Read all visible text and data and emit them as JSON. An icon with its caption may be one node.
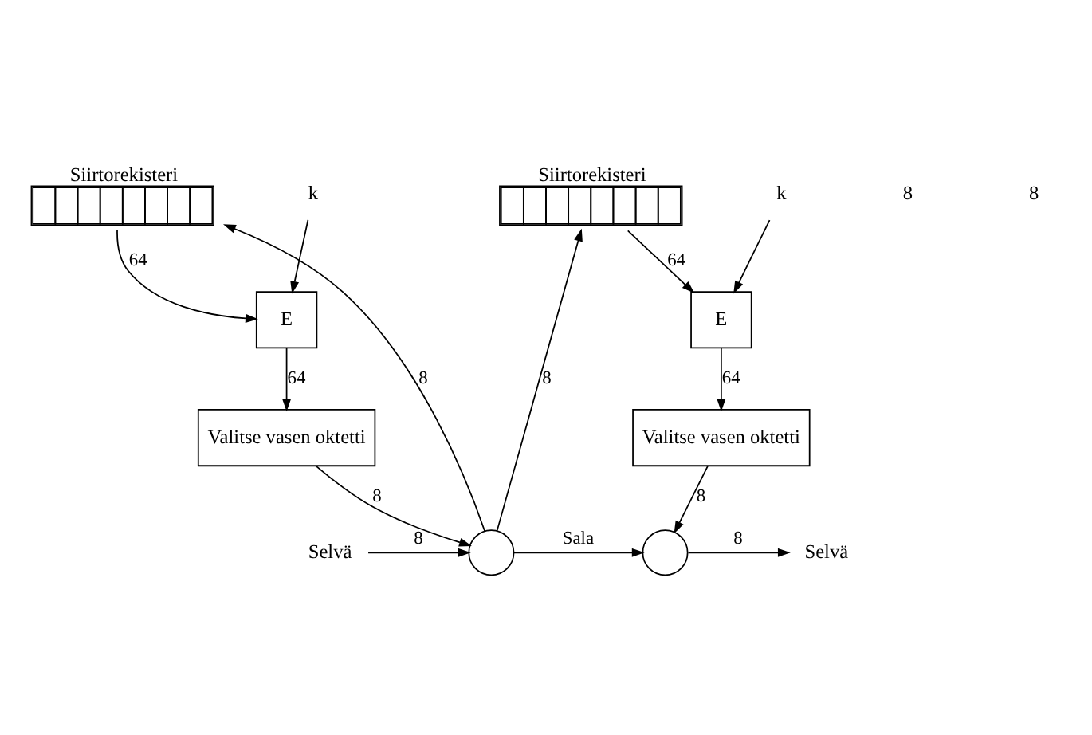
{
  "diagram": {
    "nodes": [
      {
        "text": [
          "Siirtorekisteri"
        ]
      },
      {
        "text": [
          "E"
        ]
      },
      {
        "text": [
          "Valitse vasen oktetti"
        ]
      },
      {
        "text": [],
        "shape": "circle"
      },
      {
        "text": [
          "Selvä"
        ]
      },
      {
        "text": [
          "Siirtorekisteri"
        ]
      },
      {
        "text": [
          "E"
        ]
      },
      {
        "text": [
          "Valitse vasen oktetti"
        ]
      },
      {
        "text": [],
        "shape": "circle"
      },
      {
        "text": [
          "Selvä"
        ]
      },
      {
        "text": [
          "k"
        ]
      },
      {
        "text": [
          "k"
        ]
      }
    ],
    "edges": [
      {
        "from": 0,
        "to": 1,
        "arrow": "to",
        "label": "64"
      },
      {
        "from": 10,
        "to": 1,
        "arrow": "to"
      },
      {
        "from": 1,
        "to": 2,
        "arrow": "to",
        "label": "64"
      },
      {
        "from": 2,
        "to": 3,
        "arrow": "to",
        "label": "8"
      },
      {
        "from": 4,
        "to": 3,
        "arrow": "to",
        "label": "8"
      },
      {
        "from": 3,
        "to": 0,
        "arrow": "to",
        "label": "8"
      },
      {
        "from": 3,
        "to": 8,
        "arrow": "to",
        "label": "Sala"
      },
      {
        "from": 3,
        "to": 5,
        "arrow": "to",
        "label": "8"
      },
      {
        "from": 5,
        "to": 6,
        "arrow": "to",
        "label": "64"
      },
      {
        "from": 11,
        "to": 6,
        "arrow": "to"
      },
      {
        "from": 6,
        "to": 7,
        "arrow": "to",
        "label": "64"
      },
      {
        "from": 7,
        "to": 8,
        "arrow": "to",
        "label": "8"
      },
      {
        "from": 8,
        "to": 9,
        "arrow": "to",
        "label": "8"
      }
    ],
    "labels": [
      "8",
      "8"
    ]
  }
}
